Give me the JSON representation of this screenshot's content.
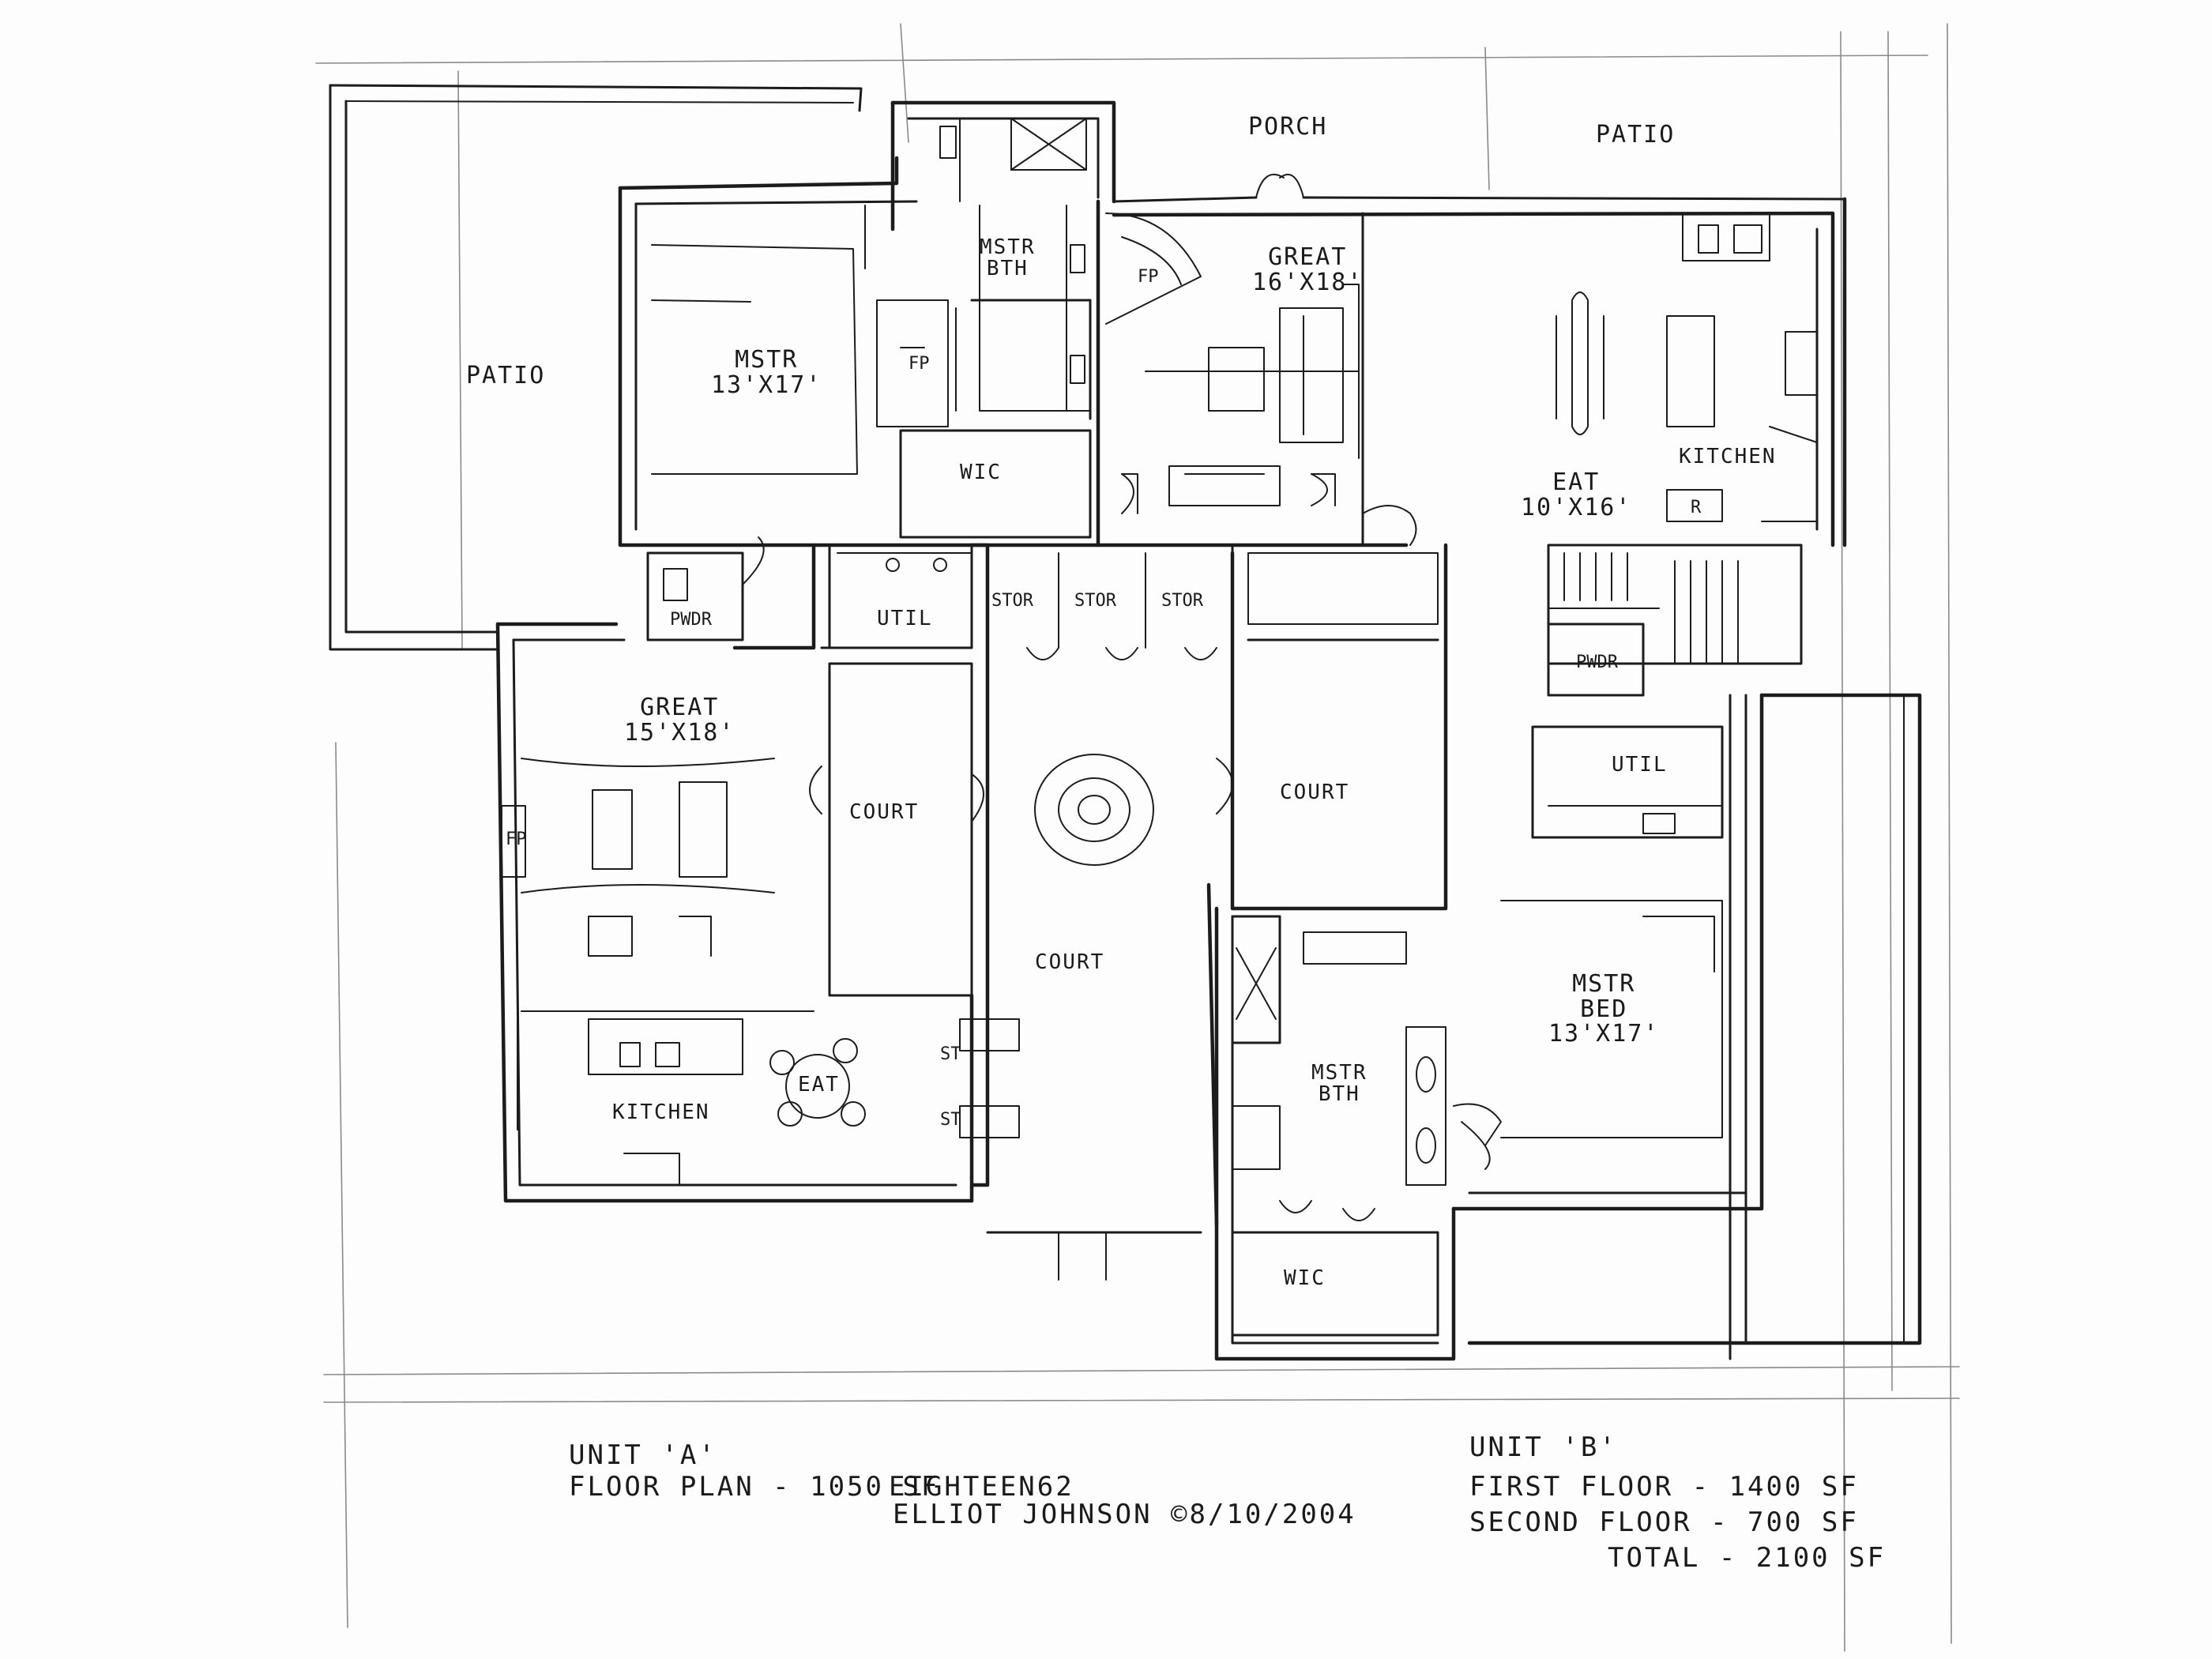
{
  "plan": {
    "outer": {
      "patio_left": "PATIO",
      "porch": "PORCH",
      "patio_right": "PATIO"
    },
    "unit_a": {
      "great": {
        "name": "GREAT",
        "size": "15'X18'"
      },
      "fp": "FP",
      "kitchen": "KITCHEN",
      "eat": "EAT",
      "pwdr": "PWDR",
      "util": "UTIL",
      "st_1": "ST",
      "st_2": "ST"
    },
    "unit_b": {
      "mstr_upper": {
        "name": "MSTR",
        "size": "13'X17'"
      },
      "mstr_bth_upper": {
        "name": "MSTR",
        "sub": "BTH"
      },
      "fp_upper": "FP",
      "wic_upper": "WIC",
      "great": {
        "name": "GREAT",
        "size": "16'X18'"
      },
      "fp_great": "FP",
      "eat": {
        "name": "EAT",
        "size": "10'X16'"
      },
      "kitchen": "KITCHEN",
      "r": "R",
      "stor_1": "STOR",
      "stor_2": "STOR",
      "stor_3": "STOR",
      "pwdr": "PWDR",
      "util": "UTIL",
      "mstr_bed": {
        "name": "MSTR",
        "sub": "BED",
        "size": "13'X17'"
      },
      "mstr_bth_lower": {
        "name": "MSTR",
        "sub": "BTH"
      },
      "wic_lower": "WIC"
    },
    "court": {
      "left": "COURT",
      "right": "COURT",
      "center": "COURT"
    }
  },
  "notes": {
    "unit_a_title": "UNIT 'A'",
    "unit_a_area": "FLOOR PLAN - 1050 SF",
    "project": "EIGHTEEN62",
    "author": "ELLIOT JOHNSON ©8/10/2004",
    "unit_b_title": "UNIT 'B'",
    "unit_b_first": "FIRST FLOOR - 1400 SF",
    "unit_b_second": "SECOND FLOOR - 700 SF",
    "unit_b_total": "TOTAL - 2100 SF"
  },
  "colors": {
    "ink": "#1c1c1c",
    "paper": "#fdfdfd",
    "faint": "#8a8a8a"
  }
}
